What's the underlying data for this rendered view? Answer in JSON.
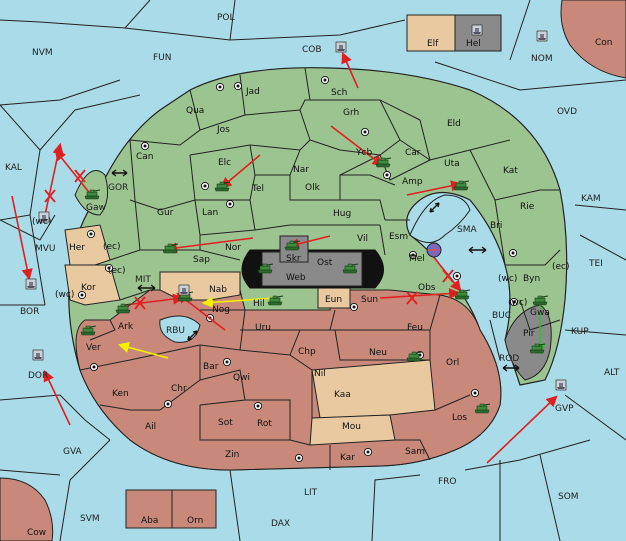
{
  "colors": {
    "sea": "#a9dbe8",
    "green_power": "#9cc490",
    "brown_power": "#c8897b",
    "neutral": "#e8c9a0",
    "dark_power": "#8a8a8a",
    "black_power": "#111111",
    "move_arrow": "#e02020",
    "support_arrow": "#f4f000",
    "green_arrow": "#30c030"
  },
  "title": "",
  "sea_regions": [
    {
      "id": "POL",
      "label": "POL"
    },
    {
      "id": "NVM",
      "label": "NVM"
    },
    {
      "id": "FUN",
      "label": "FUN"
    },
    {
      "id": "COB",
      "label": "COB"
    },
    {
      "id": "NOM",
      "label": "NOM"
    },
    {
      "id": "OVD",
      "label": "OVD"
    },
    {
      "id": "KAL",
      "label": "KAL"
    },
    {
      "id": "KAM",
      "label": "KAM"
    },
    {
      "id": "TEI",
      "label": "TEI"
    },
    {
      "id": "MVU",
      "label": "MVU"
    },
    {
      "id": "BOR",
      "label": "BOR"
    },
    {
      "id": "GOR",
      "label": "GOR"
    },
    {
      "id": "MIT",
      "label": "MIT"
    },
    {
      "id": "RBU",
      "label": "RBU"
    },
    {
      "id": "SMA",
      "label": "SMA"
    },
    {
      "id": "BUC",
      "label": "BUC"
    },
    {
      "id": "KUP",
      "label": "KUP"
    },
    {
      "id": "ROD",
      "label": "ROD"
    },
    {
      "id": "ALT",
      "label": "ALT"
    },
    {
      "id": "GVP",
      "label": "GVP"
    },
    {
      "id": "DOR",
      "label": "DOR"
    },
    {
      "id": "GVA",
      "label": "GVA"
    },
    {
      "id": "FRO",
      "label": "FRO"
    },
    {
      "id": "SOM",
      "label": "SOM"
    },
    {
      "id": "LIT",
      "label": "LIT"
    },
    {
      "id": "SVM",
      "label": "SVM"
    },
    {
      "id": "DAX",
      "label": "DAX"
    }
  ],
  "land_regions": [
    {
      "id": "Jad",
      "label": "Jad"
    },
    {
      "id": "Sch",
      "label": "Sch"
    },
    {
      "id": "Qua",
      "label": "Qua"
    },
    {
      "id": "Jos",
      "label": "Jos"
    },
    {
      "id": "Grh",
      "label": "Grh"
    },
    {
      "id": "Eld",
      "label": "Eld"
    },
    {
      "id": "Can",
      "label": "Can"
    },
    {
      "id": "Car",
      "label": "Car"
    },
    {
      "id": "Ycb",
      "label": "Ycb"
    },
    {
      "id": "Uta",
      "label": "Uta"
    },
    {
      "id": "Elc",
      "label": "Elc"
    },
    {
      "id": "Nar",
      "label": "Nar"
    },
    {
      "id": "Tel",
      "label": "Tel"
    },
    {
      "id": "Olk",
      "label": "Olk"
    },
    {
      "id": "Amp",
      "label": "Amp"
    },
    {
      "id": "Kat",
      "label": "Kat"
    },
    {
      "id": "Gur",
      "label": "Gur"
    },
    {
      "id": "Lan",
      "label": "Lan"
    },
    {
      "id": "Hug",
      "label": "Hug"
    },
    {
      "id": "Rie",
      "label": "Rie"
    },
    {
      "id": "Gaw",
      "label": "Gaw"
    },
    {
      "id": "Bri",
      "label": "Bri"
    },
    {
      "id": "Vil",
      "label": "Vil"
    },
    {
      "id": "Esm",
      "label": "Esm"
    },
    {
      "id": "Nor",
      "label": "Nor"
    },
    {
      "id": "Sap",
      "label": "Sap"
    },
    {
      "id": "Her",
      "label": "Her"
    },
    {
      "id": "Skr",
      "label": "Skr"
    },
    {
      "id": "Ost",
      "label": "Ost"
    },
    {
      "id": "Mel",
      "label": "Mel"
    },
    {
      "id": "Web",
      "label": "Web"
    },
    {
      "id": "Byn",
      "label": "Byn"
    },
    {
      "id": "Kor",
      "label": "Kor"
    },
    {
      "id": "Nab",
      "label": "Nab"
    },
    {
      "id": "Hil",
      "label": "Hil"
    },
    {
      "id": "Eun",
      "label": "Eun"
    },
    {
      "id": "Sun",
      "label": "Sun"
    },
    {
      "id": "Obs",
      "label": "Obs"
    },
    {
      "id": "Gwa",
      "label": "Gwa"
    },
    {
      "id": "Nog",
      "label": "Nog"
    },
    {
      "id": "Ark",
      "label": "Ark"
    },
    {
      "id": "Uru",
      "label": "Uru"
    },
    {
      "id": "Feu",
      "label": "Feu"
    },
    {
      "id": "Pir",
      "label": "Pir"
    },
    {
      "id": "Ver",
      "label": "Ver"
    },
    {
      "id": "Chp",
      "label": "Chp"
    },
    {
      "id": "Neu",
      "label": "Neu"
    },
    {
      "id": "Bar",
      "label": "Bar"
    },
    {
      "id": "Qwi",
      "label": "Qwi"
    },
    {
      "id": "Nil",
      "label": "Nil"
    },
    {
      "id": "Orl",
      "label": "Orl"
    },
    {
      "id": "Ken",
      "label": "Ken"
    },
    {
      "id": "Chr",
      "label": "Chr"
    },
    {
      "id": "Kaa",
      "label": "Kaa"
    },
    {
      "id": "Ail",
      "label": "Ail"
    },
    {
      "id": "Sot",
      "label": "Sot"
    },
    {
      "id": "Rot",
      "label": "Rot"
    },
    {
      "id": "Mou",
      "label": "Mou"
    },
    {
      "id": "Los",
      "label": "Los"
    },
    {
      "id": "Zin",
      "label": "Zin"
    },
    {
      "id": "Kar",
      "label": "Kar"
    },
    {
      "id": "Sam",
      "label": "Sam"
    },
    {
      "id": "Elf",
      "label": "Elf"
    },
    {
      "id": "Hel",
      "label": "Hel"
    },
    {
      "id": "Con",
      "label": "Con"
    },
    {
      "id": "Aba",
      "label": "Aba"
    },
    {
      "id": "Orn",
      "label": "Orn"
    },
    {
      "id": "Cow",
      "label": "Cow"
    }
  ],
  "coast_marks": [
    "(wc)",
    "(ec)",
    "(ec)",
    "(wc)",
    "(wc)",
    "(ec)",
    "(wc)"
  ]
}
